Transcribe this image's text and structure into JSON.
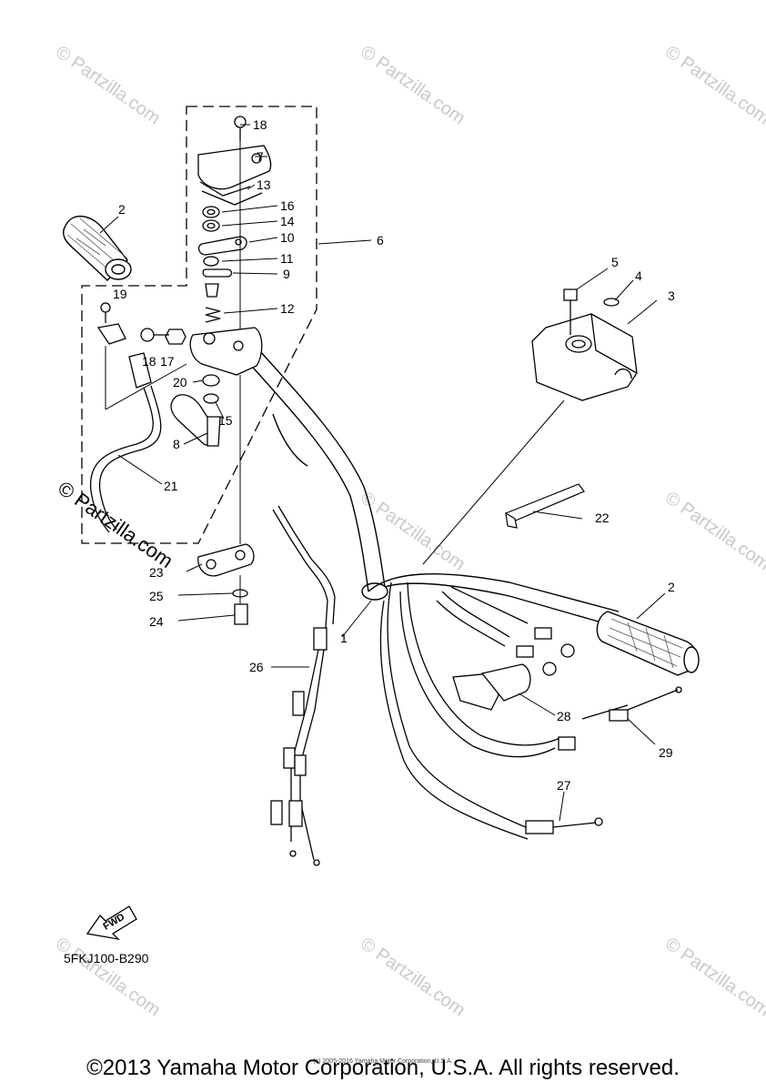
{
  "diagram": {
    "part_code": "5FKJ100-B290",
    "fwd_label": "FWD",
    "callouts": [
      "1",
      "2",
      "3",
      "4",
      "5",
      "6",
      "7",
      "8",
      "9",
      "10",
      "11",
      "12",
      "13",
      "14",
      "15",
      "16",
      "17",
      "18",
      "19",
      "20",
      "21",
      "22",
      "23",
      "24",
      "25",
      "26",
      "27",
      "28",
      "29"
    ]
  },
  "callout_labels": {
    "c1": "1",
    "c2a": "2",
    "c2b": "2",
    "c3": "3",
    "c4": "4",
    "c5": "5",
    "c6": "6",
    "c7": "7",
    "c8": "8",
    "c9": "9",
    "c10": "10",
    "c11": "11",
    "c12": "12",
    "c13": "13",
    "c14": "14",
    "c15": "15",
    "c16": "16",
    "c17": "17",
    "c18a": "18",
    "c18b": "18",
    "c19": "19",
    "c20": "20",
    "c21": "21",
    "c22": "22",
    "c23": "23",
    "c24": "24",
    "c25": "25",
    "c26": "26",
    "c27": "27",
    "c28": "28",
    "c29": "29"
  },
  "watermark": {
    "text": "© Partzilla.com",
    "prominent_text": "© Partzilla.com"
  },
  "footer": {
    "copyright": "©2013 Yamaha Motor Corporation, U.S.A. All rights reserved.",
    "small_print": "(c) 2005-2016 Yamaha Motor Corporation, U.S.A."
  }
}
